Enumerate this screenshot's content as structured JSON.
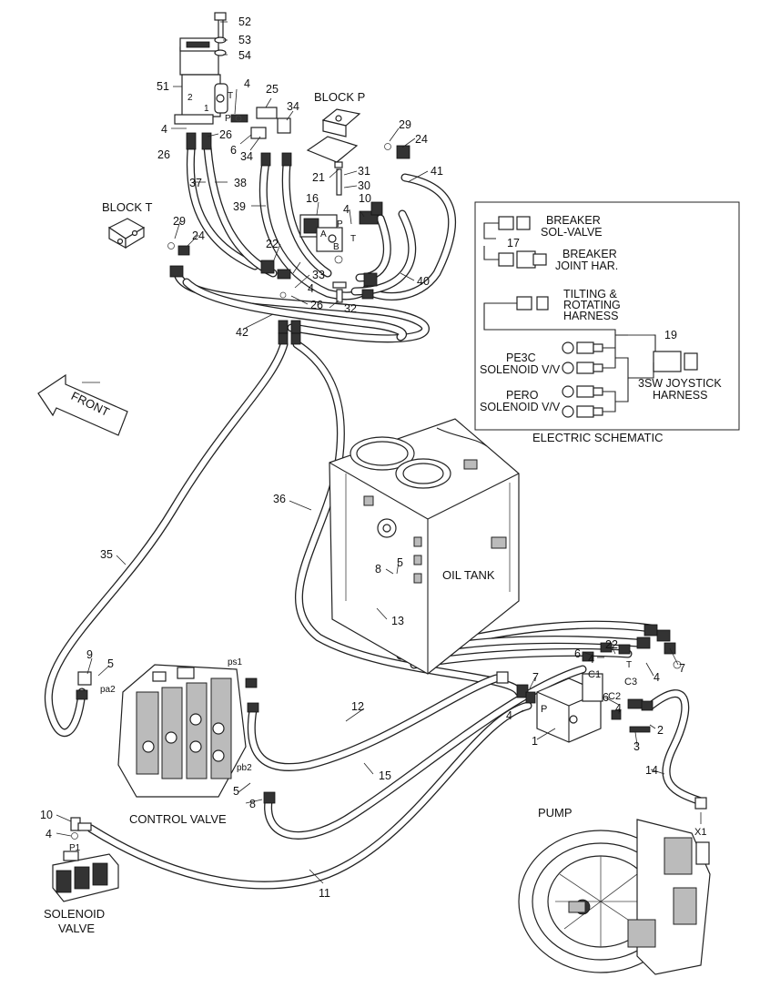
{
  "diagram": {
    "section_labels": {
      "block_p": "BLOCK P",
      "block_t": "BLOCK T",
      "front": "FRONT",
      "oil_tank": "OIL TANK",
      "control_valve": "CONTROL VALVE",
      "pump": "PUMP",
      "solenoid_valve_line1": "SOLENOID",
      "solenoid_valve_line2": "VALVE"
    },
    "schematic": {
      "title": "ELECTRIC SCHEMATIC",
      "breaker_sol_line1": "BREAKER",
      "breaker_sol_line2": "SOL-VALVE",
      "breaker_joint_line1": "BREAKER",
      "breaker_joint_line2": "JOINT HAR.",
      "tilting_line1": "TILTING &",
      "tilting_line2": "ROTATING",
      "tilting_line3": "HARNESS",
      "pe3c_line1": "PE3C",
      "pe3c_line2": "SOLENOID V/V",
      "pero_line1": "PERO",
      "pero_line2": "SOLENOID V/V",
      "joystick_line1": "3SW JOYSTICK",
      "joystick_line2": "HARNESS",
      "ref_17": "17",
      "ref_19": "19"
    },
    "port_labels": {
      "port_2": "2",
      "port_1": "1",
      "port_t": "T",
      "port_p": "P",
      "port_a": "A",
      "port_b": "B",
      "port_p2": "P",
      "port_t2": "T",
      "ps1": "ps1",
      "pa2": "pa2",
      "pb2": "pb2",
      "c1": "C1",
      "c2": "C2",
      "c3": "C3",
      "p_valve": "P",
      "t_valve": "T",
      "x1": "X1",
      "p1": "P1"
    },
    "callouts": {
      "n52": "52",
      "n53": "53",
      "n54": "54",
      "n51": "51",
      "n4a": "4",
      "n25": "25",
      "n34a": "34",
      "n4b": "4",
      "n26a": "26",
      "n26b": "26",
      "n6a": "6",
      "n34b": "34",
      "n29a": "29",
      "n24a": "24",
      "n21": "21",
      "n31": "31",
      "n30": "30",
      "n41": "41",
      "n37": "37",
      "n38": "38",
      "n39": "39",
      "n16": "16",
      "n10a": "10",
      "n4c": "4",
      "n29b": "29",
      "n24b": "24",
      "n22a": "22",
      "n4d": "4",
      "n33": "33",
      "n40": "40",
      "n26c": "26",
      "n32": "32",
      "n42": "42",
      "n36": "36",
      "n35": "35",
      "n8a": "8",
      "n5a": "5",
      "n13": "13",
      "n9": "9",
      "n5b": "5",
      "n6b": "6",
      "n4e": "4",
      "n22b": "22",
      "n7a": "7",
      "n4f": "4",
      "n7b": "7",
      "n12": "12",
      "n4g": "4",
      "n1": "1",
      "n6c": "6",
      "n4h": "4",
      "n3": "3",
      "n2": "2",
      "n15": "15",
      "n5c": "5",
      "n8b": "8",
      "n14": "14",
      "n10b": "10",
      "n4i": "4",
      "n11": "11"
    }
  }
}
